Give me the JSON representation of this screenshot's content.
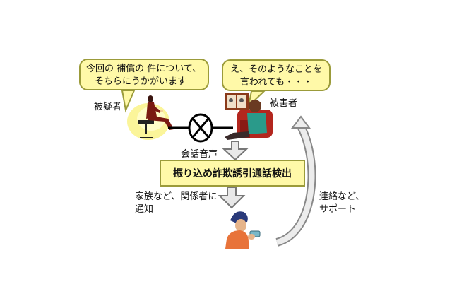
{
  "bubbles": {
    "suspect": [
      "今回の 補償の 件について、",
      "そちらにうかがいます"
    ],
    "victim": [
      "え、そのようなことを",
      "言われても・・・"
    ]
  },
  "labels": {
    "suspect": "被疑者",
    "victim": "被害者",
    "audio": "会話音声",
    "notify": [
      "家族など、関係者に",
      "通知"
    ],
    "support": [
      "連絡など、",
      "サポート"
    ]
  },
  "detect_box": "振り込め詐欺誘引通話検出",
  "colors": {
    "bubble_fill": "#fff9a8",
    "bubble_border": "#9b9b3a",
    "arrow_fill": "#e8e8e8",
    "suit": "#7a1a12",
    "chair": "#b3261e",
    "operator_shirt": "#e8733a"
  },
  "icons": [
    "suspect-figure",
    "victim-figure",
    "tap-symbol",
    "operator-figure"
  ]
}
